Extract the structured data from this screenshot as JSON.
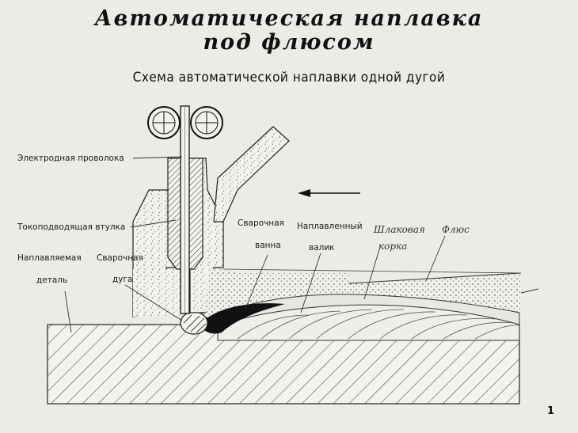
{
  "title": {
    "line1": "Автоматическая наплавка",
    "line2": "под флюсом"
  },
  "subtitle": "Схема автоматической наплавки одной дугой",
  "labels": {
    "electrode_wire": "Электродная проволока",
    "contact_tube": "Токоподводящая втулка",
    "workpiece_line1": "Наплавляемая",
    "workpiece_line2": "деталь",
    "arc_line1": "Сварочная",
    "arc_line2": "дуга",
    "pool_line1": "Сварочная",
    "pool_line2": "ванна",
    "bead_line1": "Наплавленный",
    "bead_line2": "валик",
    "slag_line1": "Шлаковая",
    "slag_line2": "корка",
    "flux": "Флюс"
  },
  "page_number": "1",
  "colors": {
    "background": "#ecebe7",
    "ink": "#111111",
    "pool": "#111111"
  }
}
